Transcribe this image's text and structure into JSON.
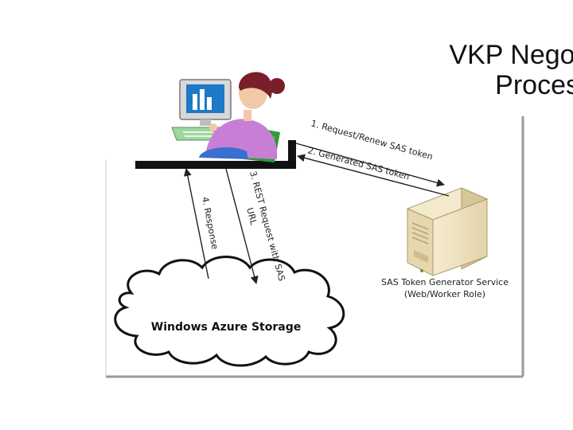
{
  "title": {
    "line1": "VKP Negot",
    "line2": "Proces"
  },
  "diagram": {
    "steps": {
      "step1": "1. Request/Renew SAS token",
      "step2": "2. Generated SAS token",
      "step3_line1": "3. REST Request with SAS",
      "step3_line2": "URL",
      "step4": "4. Response"
    },
    "server": {
      "label_line1": "SAS Token Generator Service",
      "label_line2": "(Web/Worker Role)"
    },
    "storage": {
      "label": "Windows Azure Storage"
    }
  },
  "colors": {
    "panel_border": "#8a8a8a",
    "arrow": "#222222",
    "monitor_screen": "#1e78c8",
    "hair": "#7a1e2a",
    "shirt": "#c77fd6",
    "chair": "#2f9a3a",
    "server": "#efe2bd"
  },
  "icons": {
    "user": "person-at-computer-icon",
    "server": "server-tower-icon",
    "storage": "cloud-icon"
  }
}
